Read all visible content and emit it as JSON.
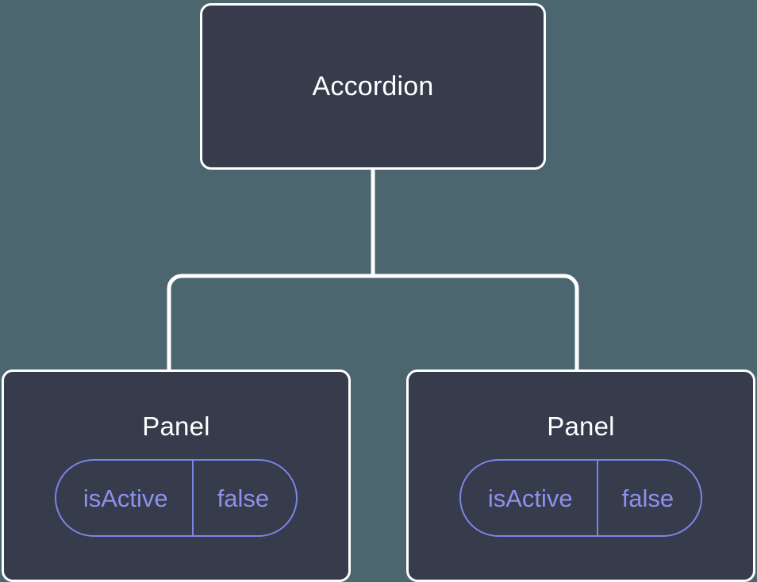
{
  "canvas": {
    "background_color": "#4c666f",
    "node_fill_color": "#363c4b",
    "node_border_color": "#ffffff",
    "connector_color": "#ffffff",
    "accent_color": "#8b91ed",
    "title_color": "#ffffff"
  },
  "tree": {
    "root": {
      "title": "Accordion"
    },
    "children": [
      {
        "title": "Panel",
        "props": [
          {
            "key": "isActive",
            "value": "false"
          }
        ]
      },
      {
        "title": "Panel",
        "props": [
          {
            "key": "isActive",
            "value": "false"
          }
        ]
      }
    ]
  }
}
